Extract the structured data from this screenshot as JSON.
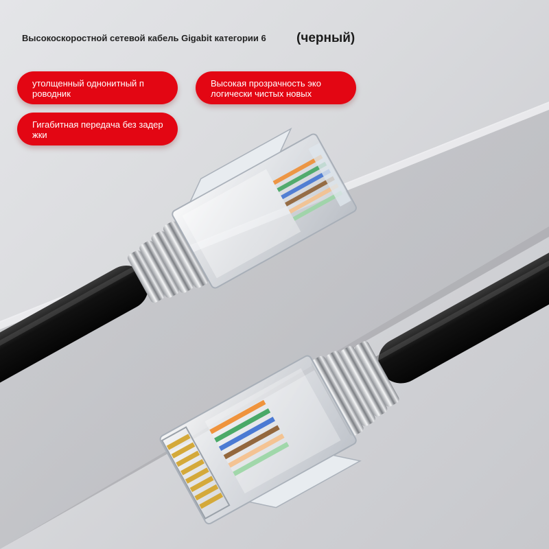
{
  "title": "Высокоскоростной сетевой кабель Gigabit категории 6",
  "subtitle": "(черный)",
  "features": [
    "утолщенный однонитный п роводник",
    "Высокая прозрачность эко логически чистых новых",
    "Гигабитная передача без задер жки"
  ],
  "colors": {
    "badge": "#e30613",
    "cable": "#141414",
    "background": "#d9dadd",
    "gold_pins": "#d4a93a"
  }
}
